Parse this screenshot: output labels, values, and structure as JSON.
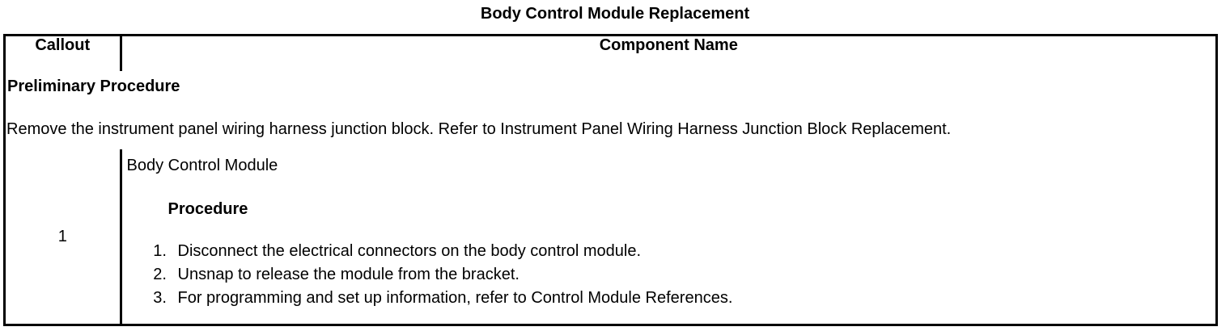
{
  "document": {
    "title": "Body Control Module Replacement"
  },
  "table": {
    "headers": {
      "callout": "Callout",
      "component_name": "Component Name"
    },
    "preliminary": {
      "heading": "Preliminary Procedure",
      "text": "Remove the instrument panel wiring harness junction block. Refer to Instrument Panel Wiring Harness Junction Block Replacement."
    },
    "rows": [
      {
        "callout": "1",
        "component_name": "Body Control Module",
        "procedure_heading": "Procedure",
        "steps": [
          "Disconnect the electrical connectors on the body control module.",
          "Unsnap to release the module from the bracket.",
          "For programming and set up information, refer to Control Module References."
        ]
      }
    ]
  },
  "colors": {
    "border": "#000000",
    "text": "#000000",
    "background": "#ffffff"
  }
}
